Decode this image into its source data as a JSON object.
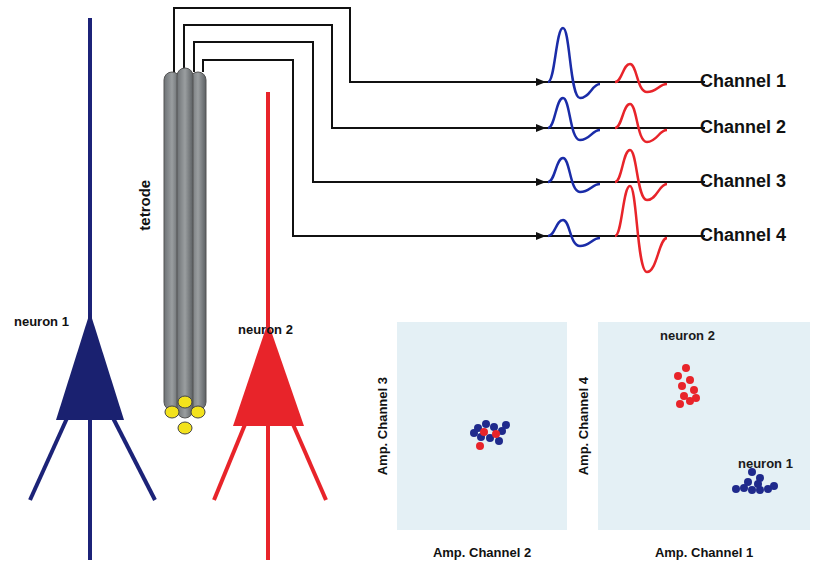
{
  "diagram": {
    "nodes": [
      {
        "text": [
          "Amp. Channel 3",
          "Amp. Channel 2"
        ]
      },
      {
        "text": [
          "Amp. Channel 4",
          "Amp. Channel 1",
          "neuron 2",
          "neuron 1"
        ]
      }
    ],
    "labels": [
      "tetrode",
      "neuron 1",
      "neuron 2",
      "Channel 1",
      "Channel 2",
      "Channel 3",
      "Channel 4"
    ]
  }
}
